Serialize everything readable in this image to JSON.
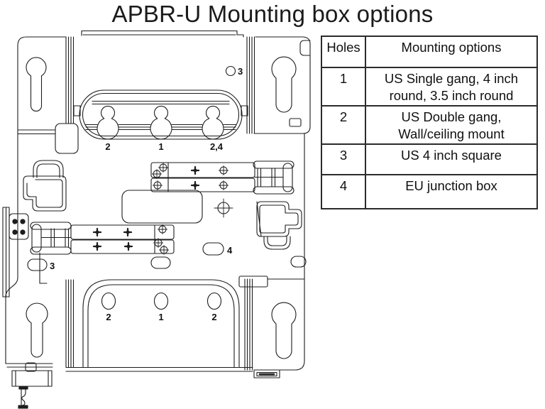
{
  "title": "APBR-U Mounting box options",
  "table": {
    "col_holes": "Holes",
    "col_options": "Mounting options",
    "rows": [
      {
        "hole": "1",
        "option": "US Single gang, 4 inch round, 3.5 inch round"
      },
      {
        "hole": "2",
        "option": "US Double gang, Wall/ceiling mount"
      },
      {
        "hole": "3",
        "option": "US 4 inch square"
      },
      {
        "hole": "4",
        "option": "EU junction box"
      }
    ]
  },
  "drawing": {
    "labels": {
      "top_slot_left": "2",
      "top_slot_center": "1",
      "top_slot_right": "2,4",
      "top_circle": "3",
      "left_slot": "3",
      "center_slot": "4",
      "bottom_hole_left": "2",
      "bottom_hole_center": "1",
      "bottom_hole_right": "2"
    }
  },
  "colors": {
    "background": "#ffffff",
    "line": "#1d1d1d",
    "text": "#111111",
    "table_border": "#2b2b2b"
  }
}
